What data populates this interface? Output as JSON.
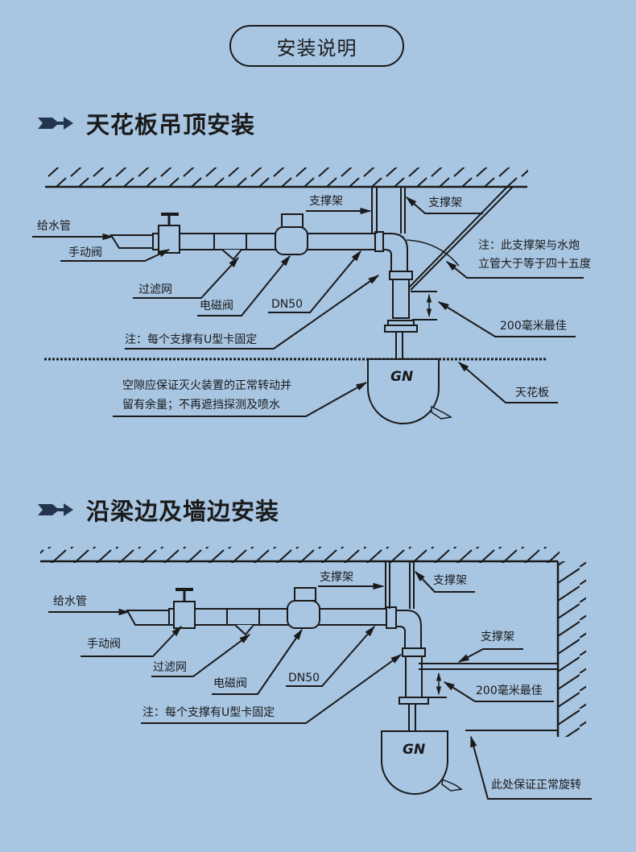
{
  "header": {
    "title": "安装说明"
  },
  "sections": [
    {
      "heading": "天花板吊顶安装",
      "labels": {
        "supply_pipe": "给水管",
        "manual_valve": "手动阀",
        "filter": "过滤网",
        "solenoid_valve": "电磁阀",
        "dn": "DN50",
        "support_left": "支撑架",
        "support_right": "支撑架",
        "angle_note_line1": "注：此支撑架与水炮",
        "angle_note_line2": "立管大于等于四十五度",
        "distance": "200毫米最佳",
        "u_clamp_note": "注：每个支撑有U型卡固定",
        "clearance_line1": "空隙应保证灭火装置的正常转动并",
        "clearance_line2": "留有余量；不再遮挡探测及喷水",
        "ceiling": "天花板",
        "device": "GN"
      }
    },
    {
      "heading": "沿梁边及墙边安装",
      "labels": {
        "supply_pipe": "给水管",
        "manual_valve": "手动阀",
        "filter": "过滤网",
        "solenoid_valve": "电磁阀",
        "dn": "DN50",
        "support_left": "支撑架",
        "support_right": "支撑架",
        "support_wall": "支撑架",
        "distance": "200毫米最佳",
        "u_clamp_note": "注：每个支撑有U型卡固定",
        "rotation_note": "此处保证正常旋转",
        "device": "GN"
      }
    }
  ],
  "colors": {
    "background": "#a8c5e2",
    "ink": "#1a1a1a",
    "arrow_icon": "#24344f"
  }
}
